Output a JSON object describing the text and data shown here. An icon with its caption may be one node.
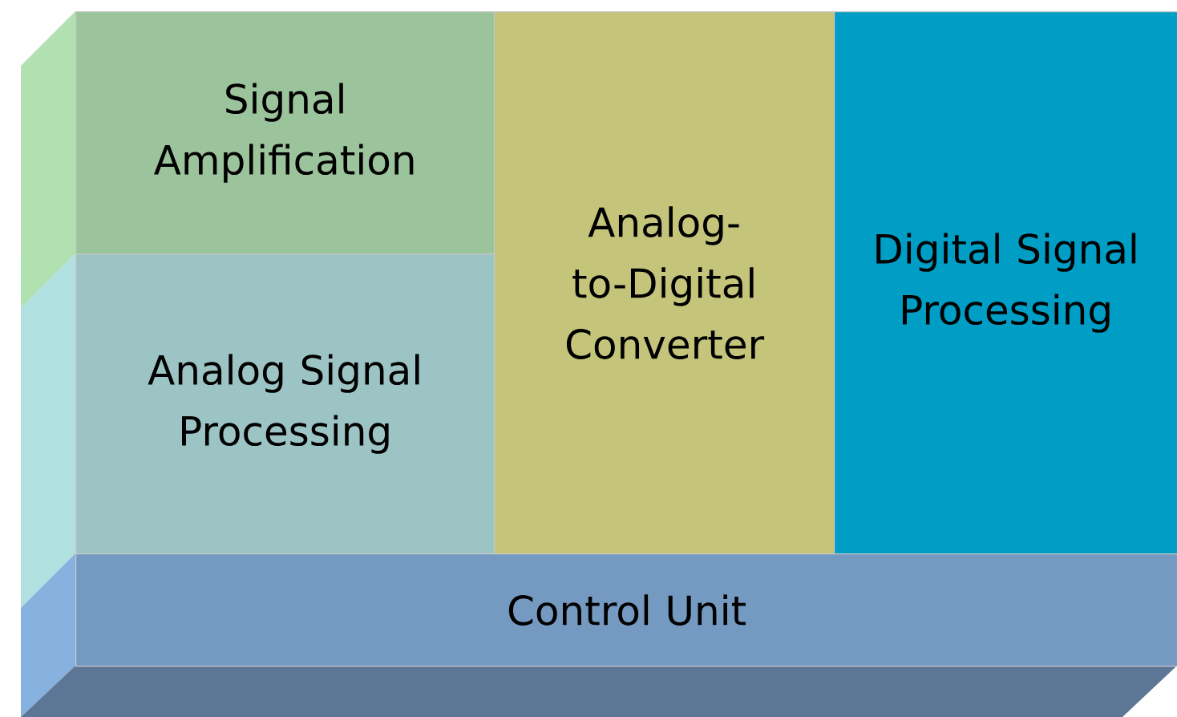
{
  "diagram": {
    "nodes": [
      {
        "text": [
          "Signal Amplification"
        ]
      },
      {
        "text": [
          "Analog Signal Processing"
        ]
      },
      {
        "text": [
          "Analog-to-Digital Converter"
        ]
      },
      {
        "text": [
          "Digital Signal Processing"
        ]
      },
      {
        "text": [
          "Control Unit"
        ]
      }
    ]
  }
}
